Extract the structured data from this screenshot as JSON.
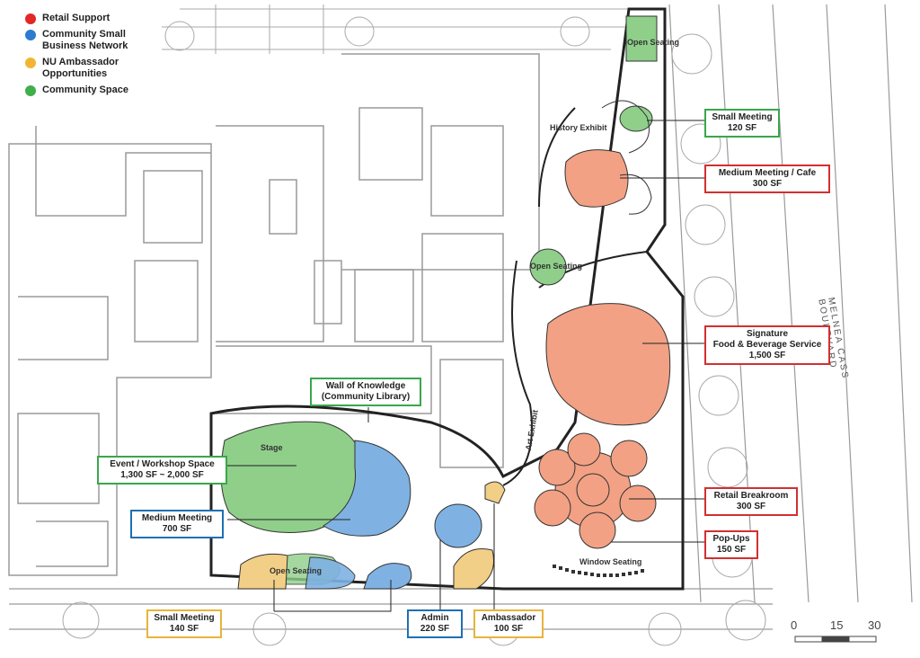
{
  "legend": [
    {
      "label": "Retail Support",
      "color": "#e32626"
    },
    {
      "label": "Community Small Business Network",
      "color": "#2b7bd0"
    },
    {
      "label": "NU Ambassador Opportunities",
      "color": "#f2b531"
    },
    {
      "label": "Community Space",
      "color": "#3fae4b"
    }
  ],
  "plan_labels": {
    "history_exhibit": "History Exhibit",
    "open_seating": "Open Seating",
    "stage": "Stage",
    "window_seating": "Window Seating",
    "art_exhibit": "Art Exhibit",
    "street": "MELNEA CASS BOULEVARD"
  },
  "callouts": {
    "small_meeting_120": {
      "title": "Small Meeting",
      "area": "120 SF",
      "color": "#3aa64b"
    },
    "medium_meeting_cafe": {
      "title": "Medium Meeting / Cafe",
      "area": "300 SF",
      "color": "#d32f2f"
    },
    "signature_fnb": {
      "title_1": "Signature",
      "title_2": "Food & Beverage Service",
      "area": "1,500 SF",
      "color": "#d32f2f"
    },
    "retail_breakroom": {
      "title": "Retail Breakroom",
      "area": "300 SF",
      "color": "#d32f2f"
    },
    "pop_ups": {
      "title": "Pop-Ups",
      "area": "150 SF",
      "color": "#d32f2f"
    },
    "wall_of_knowledge": {
      "title_1": "Wall of Knowledge",
      "title_2": "(Community Library)",
      "color": "#3aa64b"
    },
    "event_workshop": {
      "title": "Event / Workshop Space",
      "area": "1,300 SF ~ 2,000 SF",
      "color": "#3aa64b"
    },
    "medium_meeting_700": {
      "title": "Medium Meeting",
      "area": "700 SF",
      "color": "#1f6fb4"
    },
    "small_meeting_140": {
      "title": "Small Meeting",
      "area": "140 SF",
      "color": "#e8b43a"
    },
    "admin": {
      "title": "Admin",
      "area": "220 SF",
      "color": "#1f6fb4"
    },
    "ambassador": {
      "title": "Ambassador",
      "area": "100 SF",
      "color": "#e8b43a"
    }
  },
  "scale": [
    "0",
    "15",
    "30"
  ]
}
